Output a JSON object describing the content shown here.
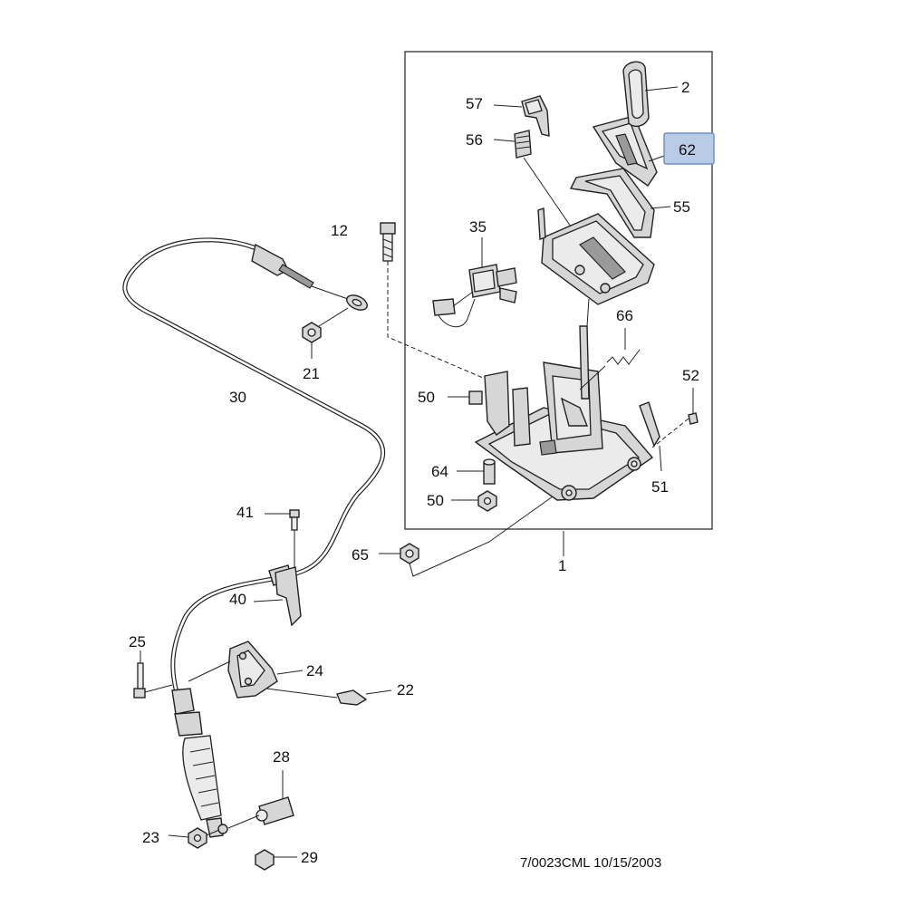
{
  "callouts": {
    "c1": "1",
    "c2": "2",
    "c12": "12",
    "c21": "21",
    "c22": "22",
    "c23": "23",
    "c24": "24",
    "c25": "25",
    "c28": "28",
    "c29": "29",
    "c30": "30",
    "c35": "35",
    "c40": "40",
    "c41": "41",
    "c50a": "50",
    "c50b": "50",
    "c51": "51",
    "c52": "52",
    "c55": "55",
    "c56": "56",
    "c57": "57",
    "c62": "62",
    "c64": "64",
    "c65": "65",
    "c66": "66"
  },
  "highlighted_callout": "62",
  "footer_text": "7/0023CML 10/15/2003",
  "colors": {
    "highlight_fill": "#b9cbe6",
    "highlight_border": "#6f8fc4",
    "line": "#222222"
  }
}
